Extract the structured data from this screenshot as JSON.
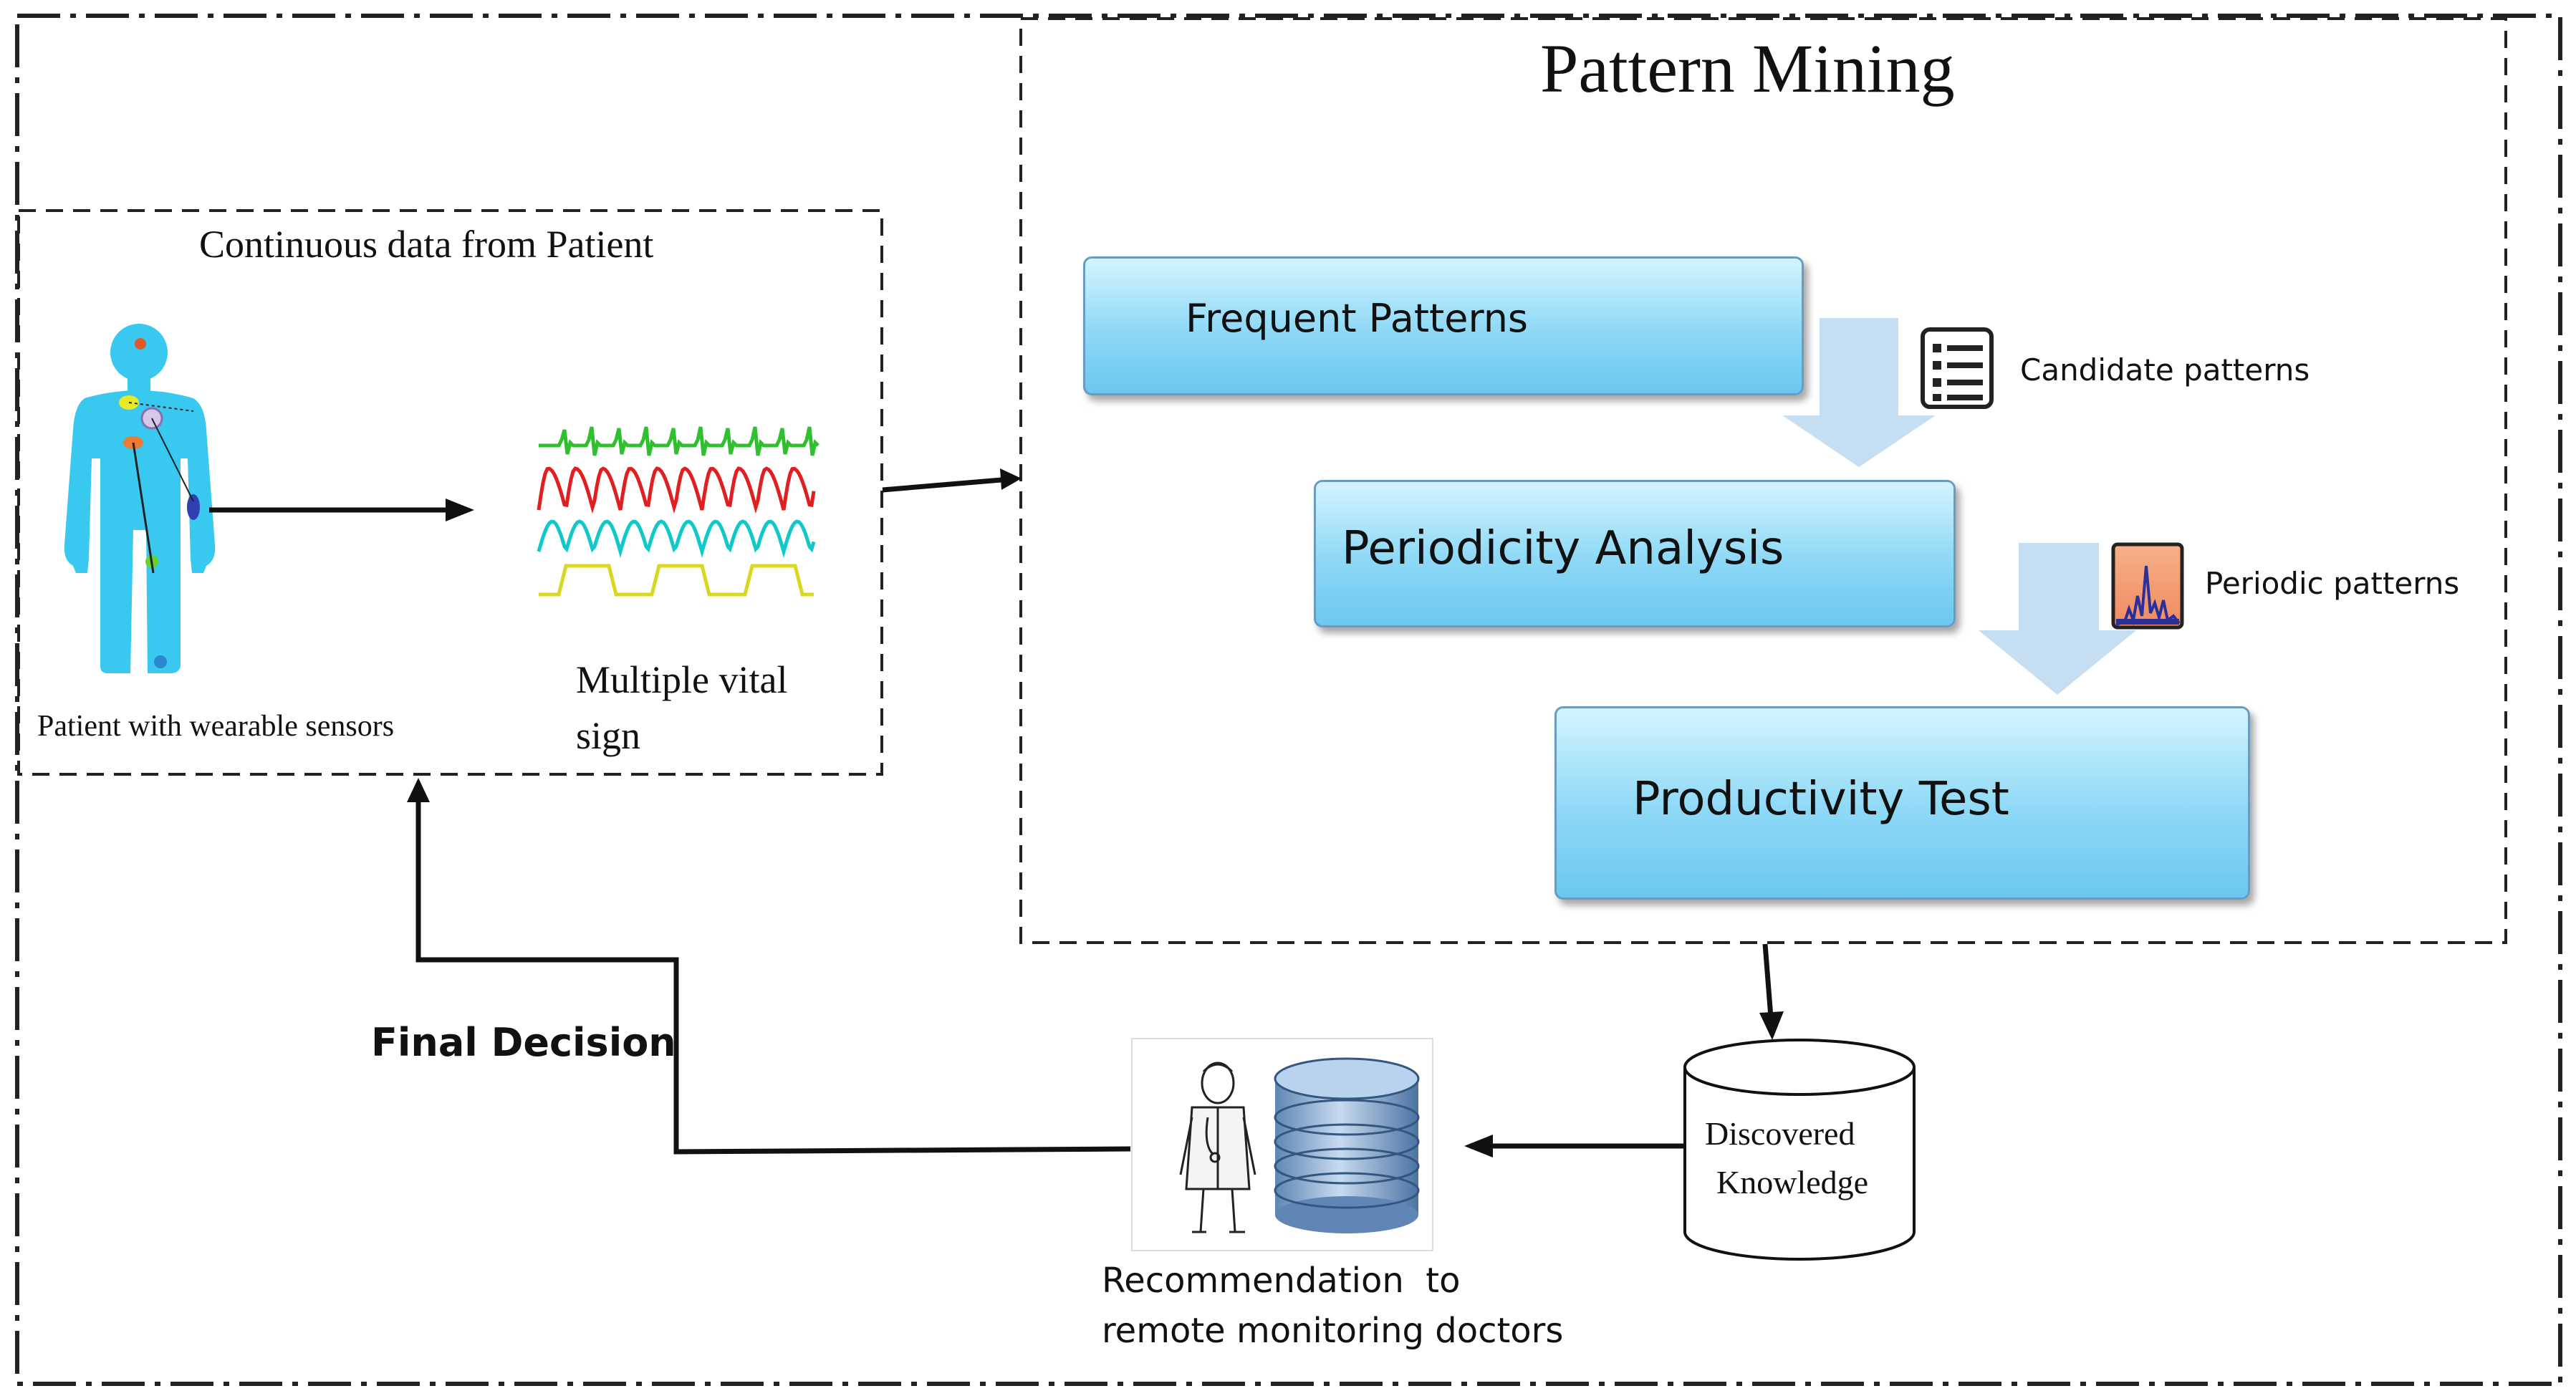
{
  "diagram": {
    "pattern_mining": {
      "title": "Pattern Mining",
      "steps": [
        "Frequent Patterns",
        "Periodicity Analysis",
        "Productivity Test"
      ],
      "side_notes": [
        "Candidate patterns",
        "Periodic patterns"
      ]
    },
    "patient_panel": {
      "title": "Continuous data from Patient",
      "patient_label": "Patient with wearable sensors",
      "signal_label_line1": "Multiple vital",
      "signal_label_line2": "sign",
      "signal_colors": [
        "#2fbf2f",
        "#e02020",
        "#10c8c8",
        "#d8d820"
      ]
    },
    "knowledge": {
      "line1": "Discovered",
      "line2": "Knowledge"
    },
    "recommendation": {
      "line1": "Recommendation  to",
      "line2": "remote monitoring doctors"
    },
    "final_decision": "Final Decision",
    "colors": {
      "step_fill": "#8dd8f6",
      "flow_arrow": "#c5def1",
      "body": "#39c8f0"
    }
  }
}
